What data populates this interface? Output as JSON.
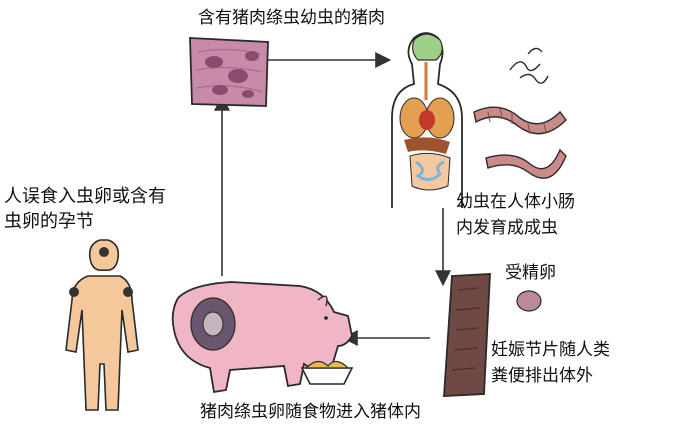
{
  "labels": {
    "pork_with_larvae": "含有猪肉绦虫幼虫的猪肉",
    "human_infection_line1": "人误食入虫卵或含有",
    "human_infection_line2": "虫卵的孕节",
    "develop_line1": "幼虫在人体小肠",
    "develop_line2": "内发育成成虫",
    "fertilized_egg": "受精卵",
    "gravid_line1": "妊娠节片随人类",
    "gravid_line2": "粪便排出体外",
    "pig_ingestion": "猪肉绦虫卵随食物进入猪体内"
  },
  "colors": {
    "outline": "#2a2a2a",
    "arrow": "#333333",
    "meat": "#c78aa8",
    "meat_spot": "#8e4a6e",
    "pig": "#f1b6c6",
    "pig_lesion": "#6b5670",
    "human": "#f4c89a",
    "brain": "#9fd08a",
    "worm": "#c98a8a",
    "proglottid": "#6f4a44",
    "egg": "#b98a9c",
    "feed": "#e8b84a"
  }
}
